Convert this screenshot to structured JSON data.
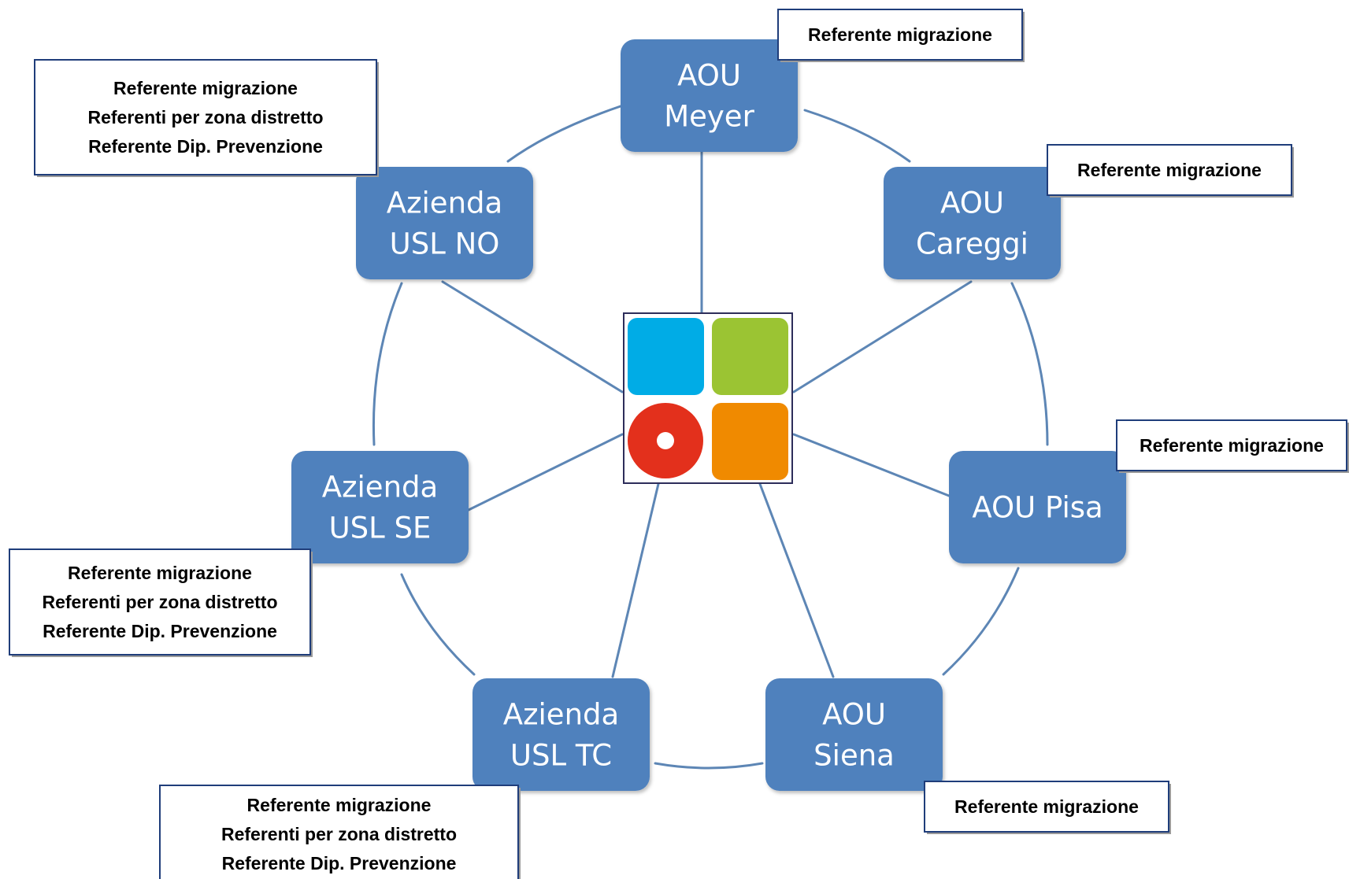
{
  "nodes": [
    {
      "id": "aou-meyer",
      "lines": [
        "AOU",
        "Meyer"
      ]
    },
    {
      "id": "aou-careggi",
      "lines": [
        "AOU",
        "Careggi"
      ]
    },
    {
      "id": "aou-pisa",
      "lines": [
        "AOU Pisa"
      ]
    },
    {
      "id": "aou-siena",
      "lines": [
        "AOU",
        "Siena"
      ]
    },
    {
      "id": "azienda-usl-tc",
      "lines": [
        "Azienda",
        "USL TC"
      ]
    },
    {
      "id": "azienda-usl-se",
      "lines": [
        "Azienda",
        "USL SE"
      ]
    },
    {
      "id": "azienda-usl-no",
      "lines": [
        "Azienda",
        "USL NO"
      ]
    }
  ],
  "callouts": [
    {
      "id": "meyer",
      "lines": [
        "Referente migrazione"
      ]
    },
    {
      "id": "careggi",
      "lines": [
        "Referente migrazione"
      ]
    },
    {
      "id": "pisa",
      "lines": [
        "Referente migrazione"
      ]
    },
    {
      "id": "siena",
      "lines": [
        "Referente migrazione"
      ]
    },
    {
      "id": "usl-tc",
      "lines": [
        "Referente migrazione",
        "Referenti per zona distretto",
        "Referente Dip. Prevenzione"
      ]
    },
    {
      "id": "usl-se",
      "lines": [
        "Referente migrazione",
        "Referenti per zona distretto",
        "Referente Dip. Prevenzione"
      ]
    },
    {
      "id": "usl-no",
      "lines": [
        "Referente migrazione",
        "Referenti per zona distretto",
        "Referente Dip. Prevenzione"
      ]
    }
  ],
  "logo": {
    "tiles": [
      {
        "id": "blue",
        "shape": "square",
        "color": "#00ace6"
      },
      {
        "id": "green",
        "shape": "square",
        "color": "#9bc433"
      },
      {
        "id": "red",
        "shape": "ring",
        "color": "#e3301c"
      },
      {
        "id": "orange",
        "shape": "square",
        "color": "#f08a00"
      }
    ]
  },
  "colors": {
    "node_fill": "#4f81bd",
    "node_text": "#ffffff",
    "connector": "#5d86b5",
    "callout_border": "#1f3d7a"
  }
}
